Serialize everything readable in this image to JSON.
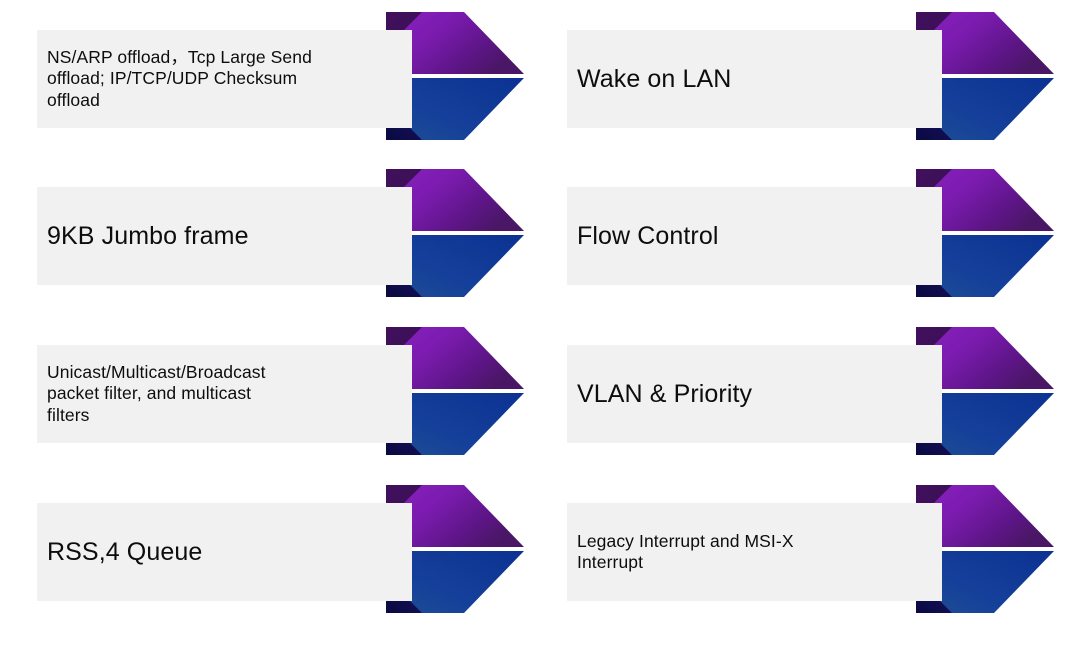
{
  "slide": {
    "background_color": "#ffffff",
    "bar_color": "#f1f1f1",
    "text_color": "#0d0d0d",
    "accent_purple": "#7719aa",
    "accent_purple_dark": "#3d0f57",
    "accent_purple_tip": "#4a1766",
    "accent_blue": "#10409a",
    "accent_blue_dark": "#0d0b4a",
    "accent_blue_mid": "#1b4a94"
  },
  "columns": [
    {
      "name": "left-column",
      "items": [
        {
          "id": "offload-features",
          "label": "NS/ARP offload，Tcp Large Send\noffload; IP/TCP/UDP Checksum\noffload",
          "size": "small",
          "icon": "chevron-arrow-icon"
        },
        {
          "id": "jumbo-frame",
          "label": "9KB Jumbo frame",
          "size": "large",
          "icon": "chevron-arrow-icon"
        },
        {
          "id": "packet-filter",
          "label": "Unicast/Multicast/Broadcast\npacket filter, and multicast\nfilters",
          "size": "small",
          "icon": "chevron-arrow-icon"
        },
        {
          "id": "rss-queue",
          "label": "RSS,4 Queue",
          "size": "large",
          "icon": "chevron-arrow-icon"
        }
      ]
    },
    {
      "name": "right-column",
      "items": [
        {
          "id": "wake-on-lan",
          "label": "Wake on LAN",
          "size": "large",
          "icon": "chevron-arrow-icon"
        },
        {
          "id": "flow-control",
          "label": "Flow Control",
          "size": "large",
          "icon": "chevron-arrow-icon"
        },
        {
          "id": "vlan-priority",
          "label": "VLAN & Priority",
          "size": "large",
          "icon": "chevron-arrow-icon"
        },
        {
          "id": "interrupts",
          "label": "Legacy Interrupt and MSI-X\nInterrupt",
          "size": "small",
          "icon": "chevron-arrow-icon"
        }
      ]
    }
  ],
  "row_tops": [
    0,
    157,
    315,
    473
  ]
}
